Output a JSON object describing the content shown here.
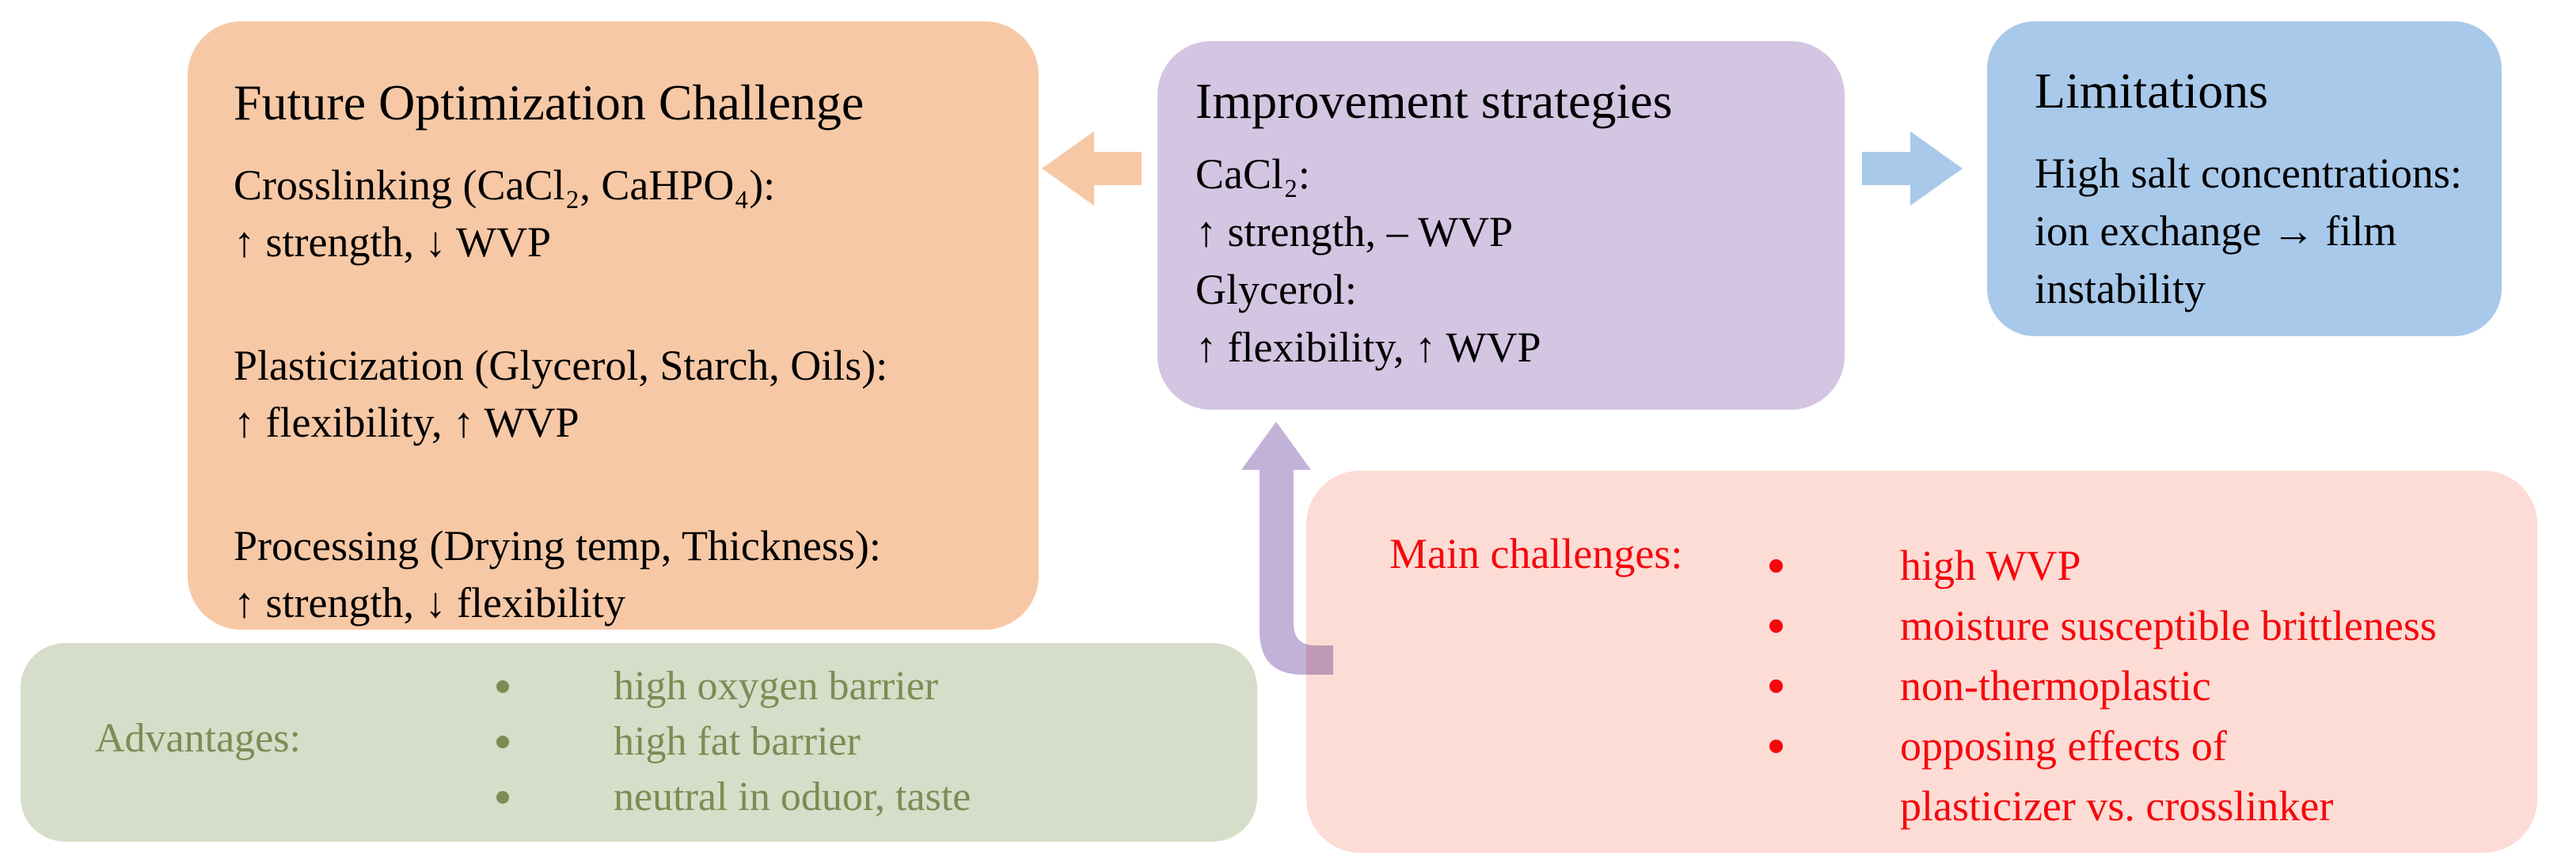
{
  "boxes": {
    "future_optimization": {
      "title": "Future Optimization Challenge",
      "bg_color": "#f7c8a5",
      "sections": [
        {
          "heading": "Crosslinking (CaCl₂, CaHPO₄):",
          "effect": "↑ strength, ↓ WVP"
        },
        {
          "heading": "Plasticization (Glycerol, Starch, Oils):",
          "effect": "↑ flexibility, ↑ WVP"
        },
        {
          "heading": "Processing (Drying temp, Thickness):",
          "effect": "↑ strength, ↓ flexibility"
        }
      ]
    },
    "improvement_strategies": {
      "title": "Improvement strategies",
      "bg_color": "#d4c5e2",
      "sections": [
        {
          "heading": "CaCl₂:",
          "effect": "↑ strength, – WVP"
        },
        {
          "heading": "Glycerol:",
          "effect": "↑ flexibility, ↑ WVP"
        }
      ]
    },
    "limitations": {
      "title": "Limitations",
      "bg_color": "#a9c9ea",
      "lines": [
        "High salt concentrations:",
        "ion exchange → film",
        "instability"
      ]
    },
    "advantages": {
      "label": "Advantages:",
      "bg_color": "#d6ddc8",
      "text_color": "#7c8c55",
      "items": [
        "high oxygen barrier",
        "high fat barrier",
        "neutral in oduor, taste"
      ]
    },
    "main_challenges": {
      "label": "Main challenges:",
      "bg_color": "#fcdcd5",
      "text_color": "#f6070c",
      "items": [
        "high WVP",
        "moisture susceptible brittleness",
        "non-thermoplastic",
        "opposing effects of\nplasticizer vs. crosslinker"
      ]
    }
  },
  "arrows": {
    "improvement_to_future": {
      "direction": "left",
      "color": "#f7c8a5"
    },
    "improvement_to_limitations": {
      "direction": "right",
      "color": "#a9c9ea"
    },
    "challenges_to_improvement": {
      "direction": "up",
      "color": "#c3b2d8"
    }
  }
}
